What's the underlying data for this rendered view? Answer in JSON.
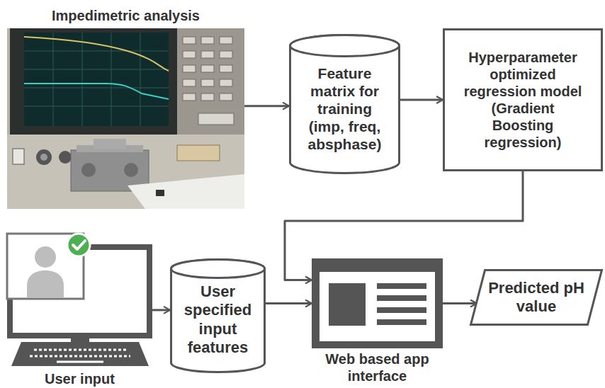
{
  "diagram": {
    "nodes": [
      {
        "text": [
          "Impedimetric analysis"
        ]
      },
      {
        "text": [
          "Feature matrix for training (imp, freq, absphase)"
        ]
      },
      {
        "text": [
          "Hyperparameter optimized regression model (Gradient Boosting regression)"
        ]
      },
      {
        "text": [
          "User input"
        ]
      },
      {
        "text": [
          "User specified input features"
        ]
      },
      {
        "text": [
          "Web based app interface"
        ]
      },
      {
        "text": [
          "Predicted pH value"
        ]
      }
    ],
    "edges": [
      {
        "from": 0,
        "to": 1,
        "arrow": "to"
      },
      {
        "from": 1,
        "to": 2,
        "arrow": "to"
      },
      {
        "from": 2,
        "to": 5,
        "arrow": "to"
      },
      {
        "from": 3,
        "to": 4,
        "arrow": "to"
      },
      {
        "from": 4,
        "to": 5,
        "arrow": "to"
      },
      {
        "from": 5,
        "to": 6,
        "arrow": "to"
      }
    ]
  }
}
